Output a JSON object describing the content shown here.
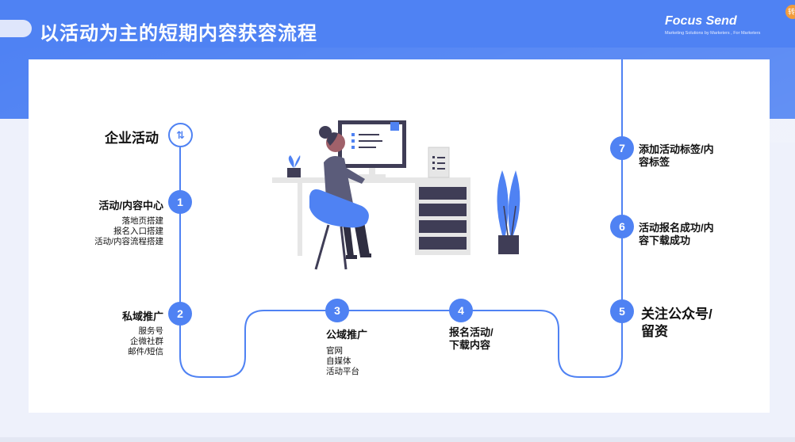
{
  "header": {
    "title": "以活动为主的短期内容获容流程",
    "logo": "Focus Send",
    "logo_tagline": "Marketing Solutions by Marketers , For Marketers",
    "corner_badge": "转"
  },
  "colors": {
    "accent": "#4f82f3",
    "card": "#ffffff",
    "text": "#111111"
  },
  "flow": {
    "start": {
      "label": "企业活动",
      "icon": "refresh-arrows-icon"
    },
    "steps": [
      {
        "number": "1",
        "title": "活动/内容中心",
        "items": [
          "落地页搭建",
          "报名入口搭建",
          "活动/内容流程搭建"
        ]
      },
      {
        "number": "2",
        "title": "私域推广",
        "items": [
          "服务号",
          "企微社群",
          "邮件/短信"
        ]
      },
      {
        "number": "3",
        "title": "公域推广",
        "items": [
          "官网",
          "自媒体",
          "活动平台"
        ]
      },
      {
        "number": "4",
        "title_lines": [
          "报名活动/",
          "下载内容"
        ]
      },
      {
        "number": "5",
        "title_lines": [
          "关注公众号/",
          "留资"
        ]
      },
      {
        "number": "6",
        "title_lines": [
          "活动报名成功/内",
          "容下载成功"
        ]
      },
      {
        "number": "7",
        "title_lines": [
          "添加活动标签/内",
          "容标签"
        ]
      }
    ]
  }
}
